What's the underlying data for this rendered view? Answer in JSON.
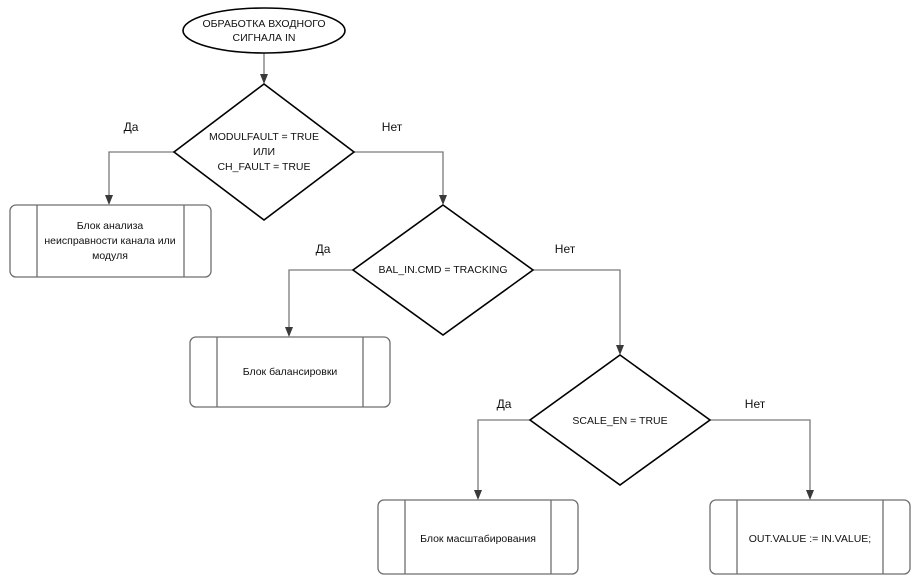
{
  "diagram": {
    "title": "Flowchart: input signal processing",
    "language": "ru",
    "colors": {
      "background": "#ffffff",
      "shape_stroke": "#000000",
      "block_stroke": "#6e6e6e",
      "connector": "#7a7a7a",
      "text": "#111111"
    },
    "nodes": {
      "start": {
        "shape": "terminator-oval",
        "line1": "ОБРАБОТКА ВХОДНОГО",
        "line2": "СИГНАЛА IN"
      },
      "decision_fault": {
        "shape": "decision-diamond",
        "line1": "MODULFAULT = TRUE",
        "line2": "ИЛИ",
        "line3": "CH_FAULT = TRUE"
      },
      "block_fault_analysis": {
        "shape": "predefined-process",
        "line1": "Блок анализа",
        "line2": "неисправности канала или",
        "line3": "модуля"
      },
      "decision_tracking": {
        "shape": "decision-diamond",
        "line1": "BAL_IN.CMD = TRACKING"
      },
      "block_balancing": {
        "shape": "predefined-process",
        "line1": "Блок балансировки"
      },
      "decision_scale": {
        "shape": "decision-diamond",
        "line1": "SCALE_EN = TRUE"
      },
      "block_scaling": {
        "shape": "predefined-process",
        "line1": "Блок масштабирования"
      },
      "block_passthrough": {
        "shape": "predefined-process",
        "line1": "OUT.VALUE := IN.VALUE;"
      }
    },
    "edge_labels": {
      "fault_yes": "Да",
      "fault_no": "Нет",
      "tracking_yes": "Да",
      "tracking_no": "Нет",
      "scale_yes": "Да",
      "scale_no": "Нет"
    }
  }
}
